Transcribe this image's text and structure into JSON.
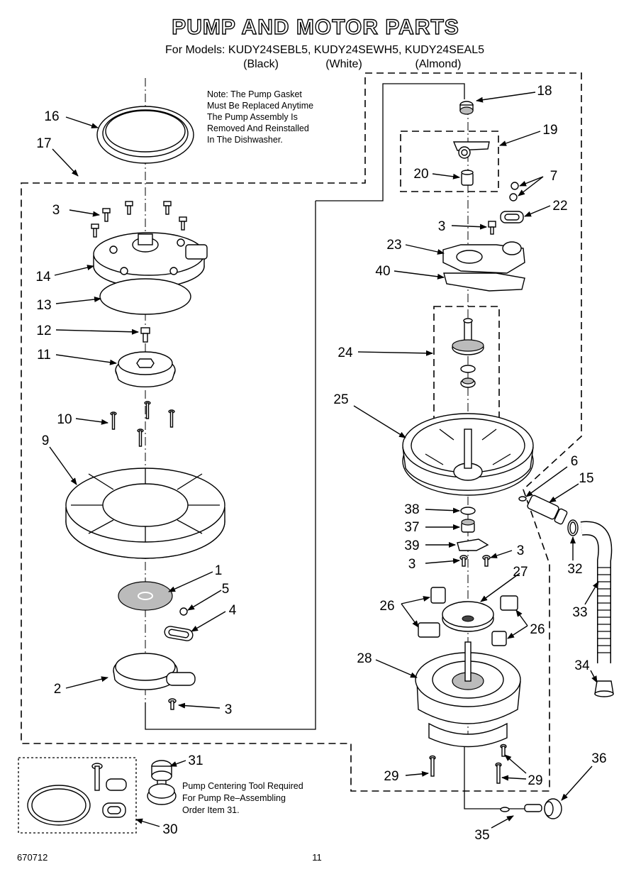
{
  "header": {
    "title": "PUMP AND MOTOR PARTS",
    "models_line": "For Models: KUDY24SEBL5, KUDY24SEWH5, KUDY24SEAL5",
    "colors": [
      "(Black)",
      "(White)",
      "(Almond)"
    ]
  },
  "notes": {
    "gasket": [
      "Note: The Pump Gasket",
      "Must Be Replaced Anytime",
      "The Pump Assembly Is",
      "Removed And Reinstalled",
      "In The Dishwasher."
    ],
    "centering_tool": [
      "Pump Centering Tool Required",
      "For Pump Re–Assembling",
      "Order Item 31."
    ]
  },
  "callouts": [
    "16",
    "17",
    "3",
    "14",
    "13",
    "12",
    "11",
    "10",
    "9",
    "1",
    "5",
    "4",
    "2",
    "3",
    "18",
    "19",
    "20",
    "7",
    "22",
    "3",
    "23",
    "40",
    "24",
    "25",
    "6",
    "15",
    "38",
    "37",
    "39",
    "3",
    "3",
    "27",
    "26",
    "26",
    "32",
    "33",
    "28",
    "34",
    "29",
    "29",
    "36",
    "35",
    "31",
    "30"
  ],
  "footer": {
    "doc_number": "670712",
    "page_number": "11"
  }
}
